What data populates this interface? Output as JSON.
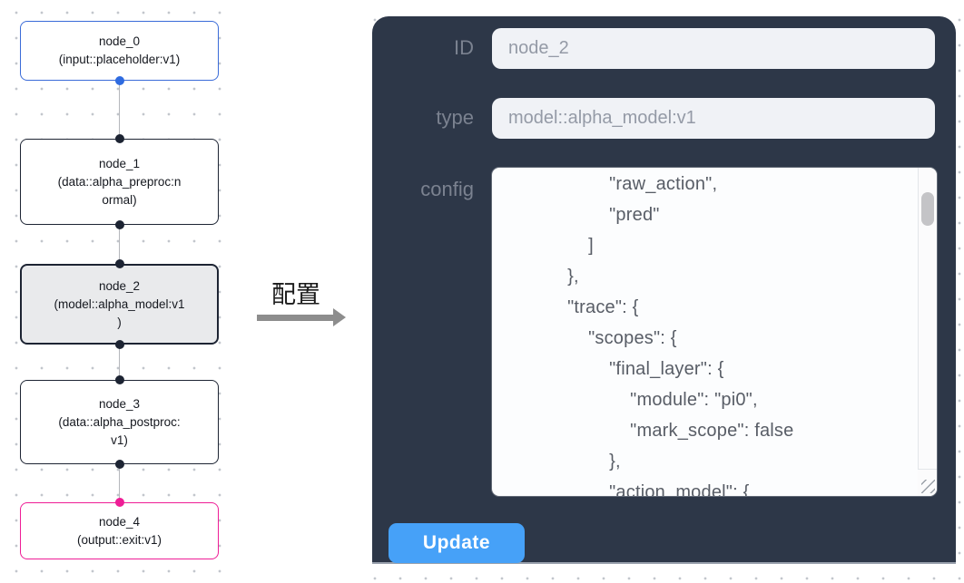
{
  "graph": {
    "nodes": [
      {
        "line1": "node_0",
        "line2": "(input::placeholder:v1)"
      },
      {
        "line1": "node_1",
        "line2": "(data::alpha_preproc:n",
        "line3": "ormal)"
      },
      {
        "line1": "node_2",
        "line2": "(model::alpha_model:v1",
        "line3": ")"
      },
      {
        "line1": "node_3",
        "line2": "(data::alpha_postproc:",
        "line3": "v1)"
      },
      {
        "line1": "node_4",
        "line2": "(output::exit:v1)"
      }
    ]
  },
  "transition": {
    "label": "配置"
  },
  "panel": {
    "id_label": "ID",
    "id_value": "node_2",
    "type_label": "type",
    "type_value": "model::alpha_model:v1",
    "config_label": "config",
    "config_text": "                    \"raw_action\",\n                    \"pred\"\n                ]\n            },\n            \"trace\": {\n                \"scopes\": {\n                    \"final_layer\": {\n                        \"module\": \"pi0\",\n                        \"mark_scope\": false\n                    },\n                    \"action_model\": {",
    "update_label": "Update"
  },
  "colors": {
    "panel_bg": "#2d3748",
    "accent_blue": "#3a6bd8",
    "accent_pink": "#ee1d96",
    "button_blue": "#46a1f8",
    "selected_node_bg": "#e9eaec",
    "handle_dark": "#1d2433"
  }
}
